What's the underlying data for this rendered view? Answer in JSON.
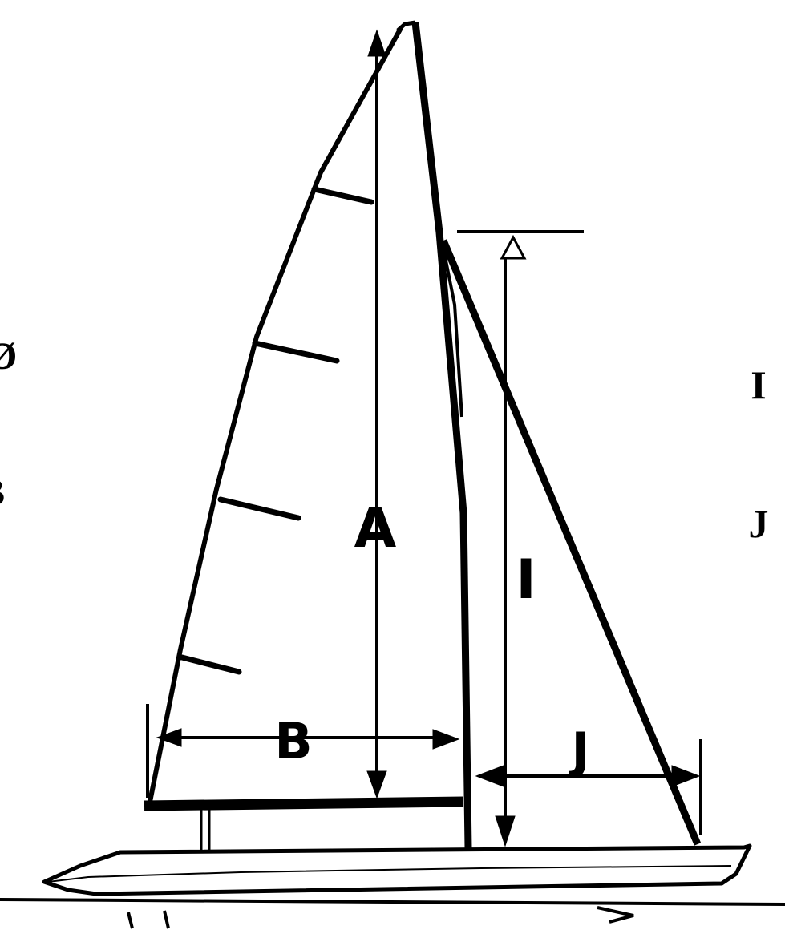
{
  "diagram": {
    "labels": {
      "A": "A",
      "B": "B",
      "I": "I",
      "J": "J"
    },
    "side_text": {
      "i": "I",
      "j": "J",
      "left_top": "Ø",
      "left_bottom": "B"
    },
    "colors": {
      "ink": "#000000",
      "paper": "#ffffff"
    }
  }
}
